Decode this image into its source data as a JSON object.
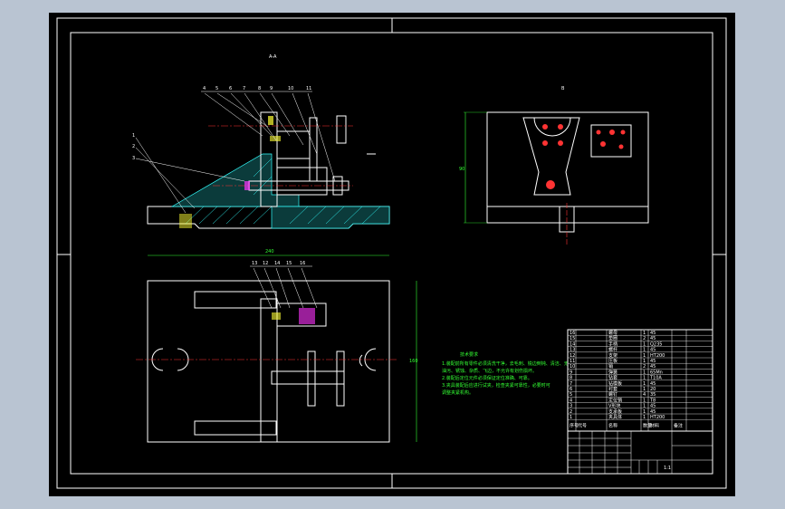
{
  "colors": {
    "app_background": "#b9c4d2",
    "canvas": "#000000",
    "outline": "#ffffff",
    "dimension": "#33ff33",
    "centerline": "#ff3333",
    "hatch": "#33ffff",
    "bolt": "#ffff33",
    "magenta": "#ff33ff"
  },
  "views": {
    "front_title": "A-A",
    "side_title": "B",
    "top_dim": "240",
    "side_height_dim": "90",
    "right_dim": "160"
  },
  "balloons_front": [
    "4",
    "5",
    "6",
    "7",
    "8",
    "9",
    "10",
    "11"
  ],
  "balloons_left": [
    "1",
    "2",
    "3"
  ],
  "balloons_top": [
    "13",
    "12",
    "14",
    "15",
    "16"
  ],
  "notes": {
    "title": "技术要求",
    "lines": [
      "1.装配前所有零件必须清洗干净，去毛刺、锐边倒钝、清洁、无",
      "油污、锈蚀、杂质、飞边，不允许有划伤损坏。",
      "2.装配后定位元件必须保证定位准确、可靠。",
      "3.夹具装配后应进行试夹，检查夹紧可靠性，必要时可",
      "调整夹紧机构。"
    ]
  },
  "bom": {
    "rows": [
      [
        "16",
        "",
        "螺母",
        "1",
        "45"
      ],
      [
        "15",
        "",
        "垫圈",
        "2",
        "45"
      ],
      [
        "14",
        "",
        "手柄",
        "1",
        "Q235"
      ],
      [
        "13",
        "",
        "螺杆",
        "1",
        "45"
      ],
      [
        "12",
        "",
        "支架",
        "1",
        "HT200"
      ],
      [
        "11",
        "",
        "压板",
        "1",
        "45"
      ],
      [
        "10",
        "",
        "销",
        "2",
        "45"
      ],
      [
        "9",
        "",
        "弹簧",
        "1",
        "65Mn"
      ],
      [
        "8",
        "",
        "钻套",
        "1",
        "T10A"
      ],
      [
        "7",
        "",
        "钻模板",
        "1",
        "45"
      ],
      [
        "6",
        "",
        "衬套",
        "1",
        "20"
      ],
      [
        "5",
        "",
        "螺钉",
        "4",
        "35"
      ],
      [
        "4",
        "",
        "定位销",
        "1",
        "T8"
      ],
      [
        "3",
        "",
        "V形块",
        "1",
        "45"
      ],
      [
        "2",
        "",
        "支承板",
        "1",
        "45"
      ],
      [
        "1",
        "",
        "夹具体",
        "1",
        "HT200"
      ]
    ],
    "header": [
      "序号",
      "代号",
      "名称",
      "数量",
      "材料",
      "备注"
    ]
  },
  "title_block": {
    "scale_value": "1:1"
  }
}
